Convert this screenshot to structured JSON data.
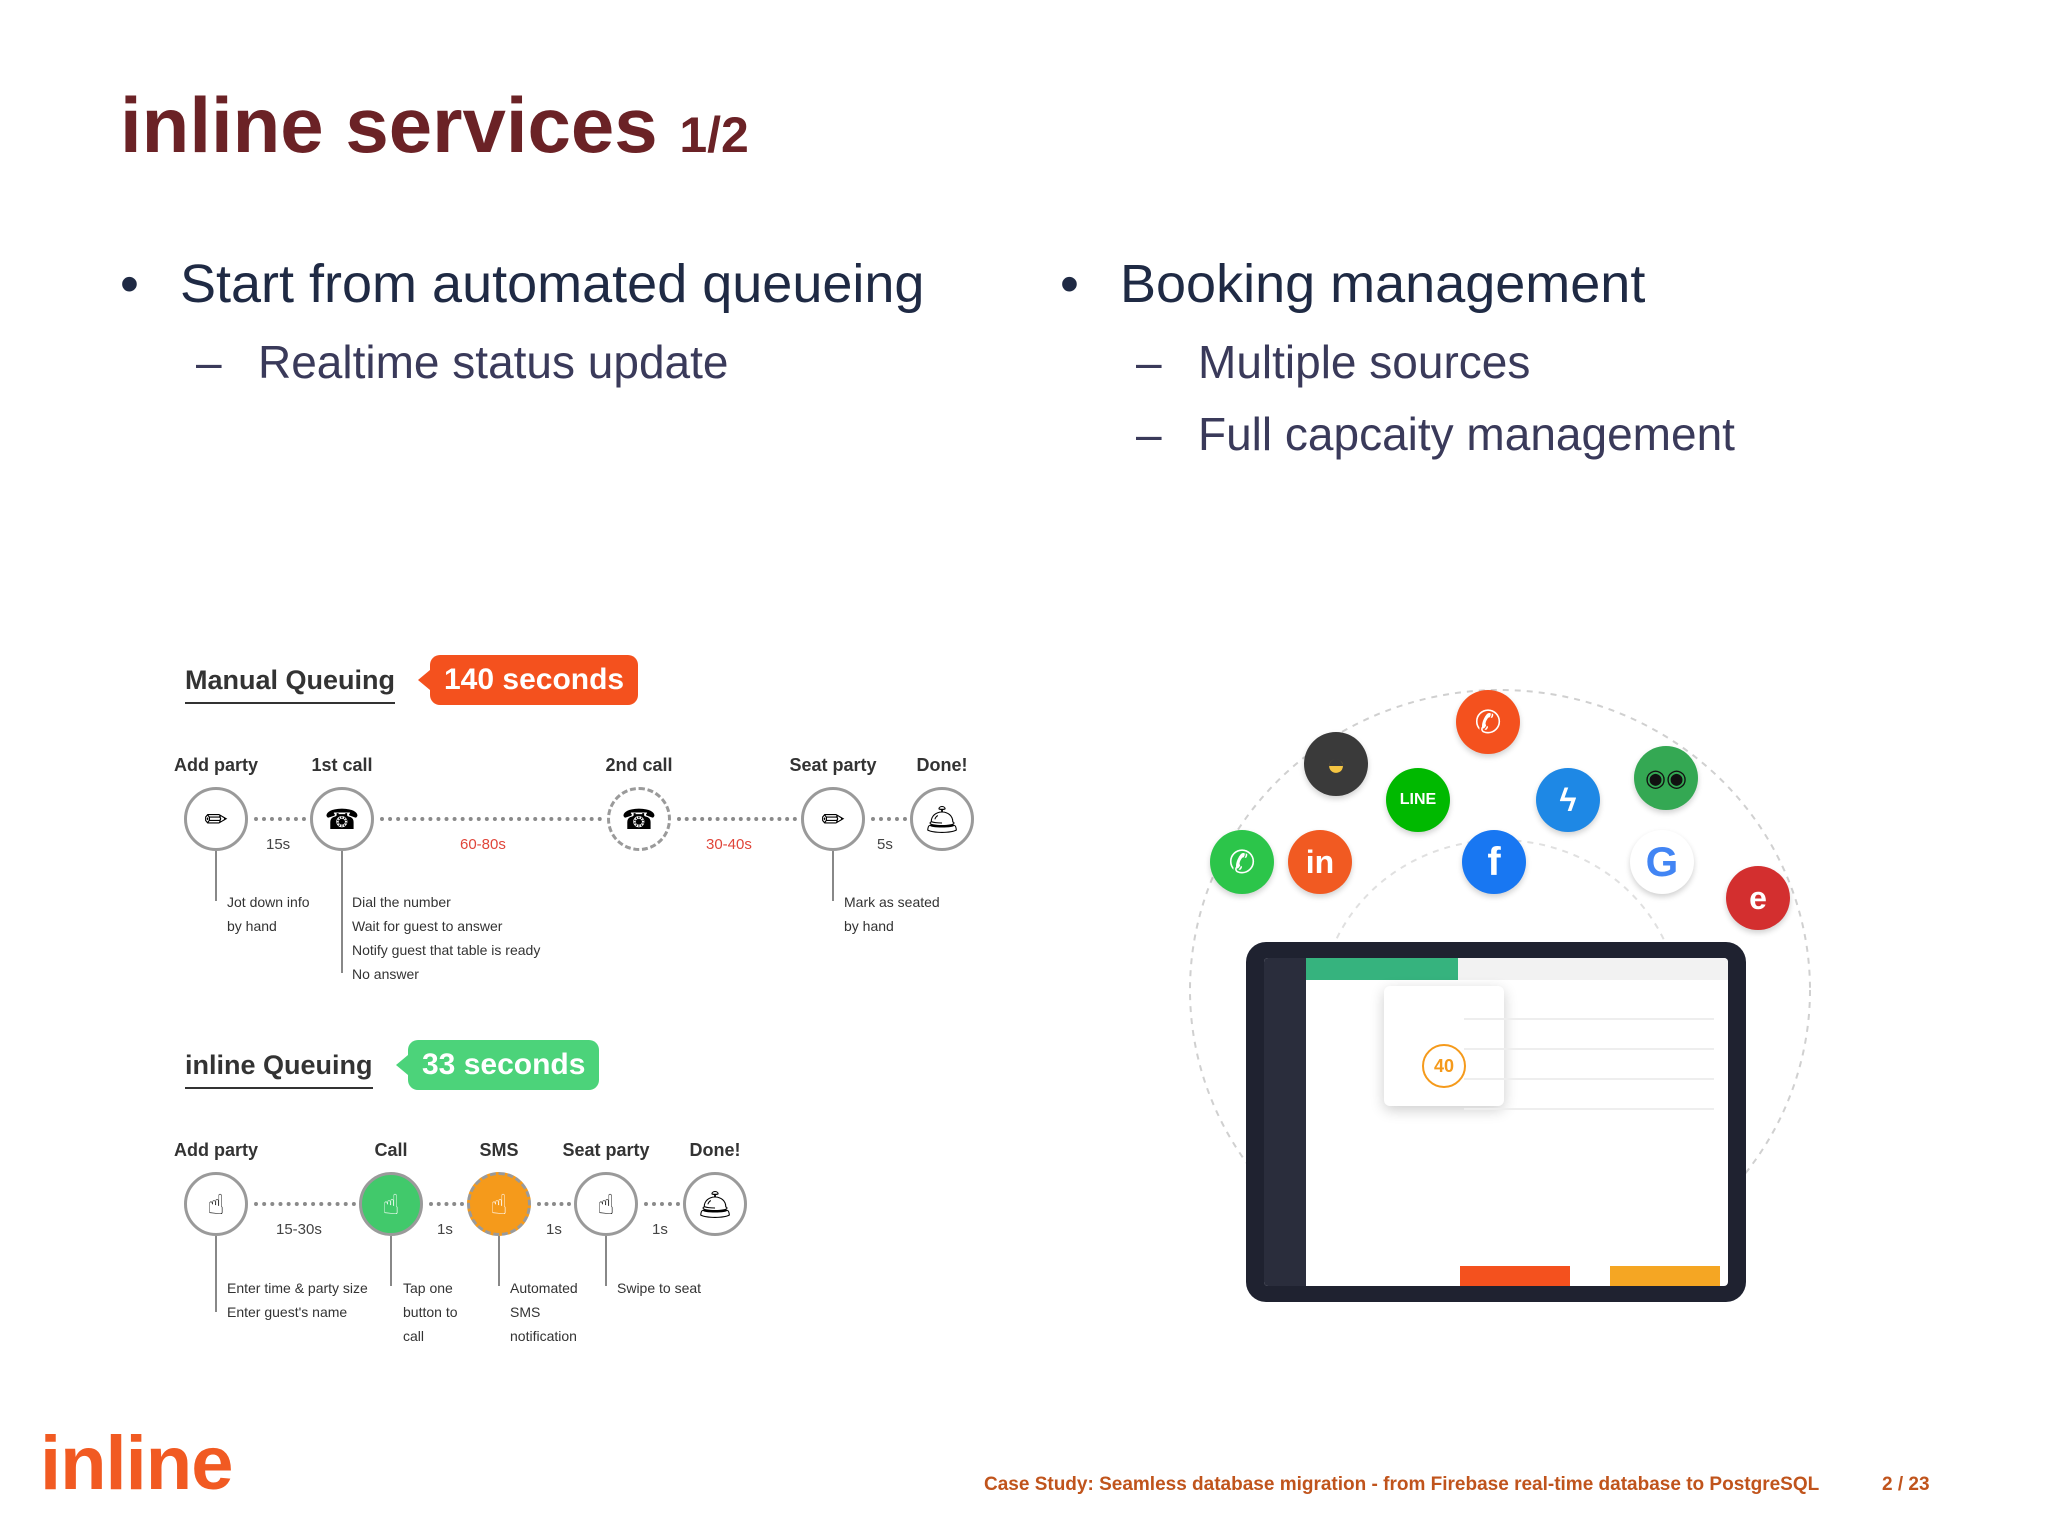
{
  "title": {
    "main": "inline services",
    "sub": "1/2"
  },
  "left_bullets": {
    "bullet": "Start from automated queueing",
    "subs": [
      "Realtime status update"
    ]
  },
  "right_bullets": {
    "bullet": "Booking management",
    "subs": [
      "Multiple sources",
      "Full capcaity management"
    ]
  },
  "manual": {
    "heading": "Manual Queuing",
    "tag": "140 seconds",
    "steps": [
      "Add party",
      "1st call",
      "2nd call",
      "Seat party",
      "Done!"
    ],
    "durations": [
      "15s",
      "60-80s",
      "30-40s",
      "5s"
    ],
    "notes": {
      "add": [
        "Jot down info",
        "by hand"
      ],
      "call": [
        "Dial the number",
        "Wait for guest to answer",
        "Notify guest that table is ready",
        "No answer"
      ],
      "seat": [
        "Mark as seated",
        "by hand"
      ]
    }
  },
  "inline_q": {
    "heading": "inline Queuing",
    "tag": "33 seconds",
    "steps": [
      "Add party",
      "Call",
      "SMS",
      "Seat party",
      "Done!"
    ],
    "durations": [
      "15-30s",
      "1s",
      "1s",
      "1s"
    ],
    "notes": {
      "add": [
        "Enter time & party size",
        "Enter guest's name"
      ],
      "call": [
        "Tap one",
        "button to",
        "call"
      ],
      "sms": [
        "Automated",
        "SMS",
        "notification"
      ],
      "seat": [
        "Swipe to seat"
      ]
    }
  },
  "tablet": {
    "counter": "40"
  },
  "icons": [
    "phone-icon",
    "bowl-icon",
    "line-icon",
    "messenger-icon",
    "tripadvisor-icon",
    "whatsapp-phone-icon",
    "inline-icon",
    "facebook-icon",
    "google-icon",
    "eatigo-icon"
  ],
  "footer": {
    "logo": "inline",
    "text": "Case Study: Seamless database migration - from Firebase real-time database to PostgreSQL",
    "page": "2 / 23"
  },
  "colors": {
    "title": "#6b2226",
    "accent": "#f15a22",
    "manual_tag": "#f4511e",
    "inline_tag": "#4cd37a"
  }
}
